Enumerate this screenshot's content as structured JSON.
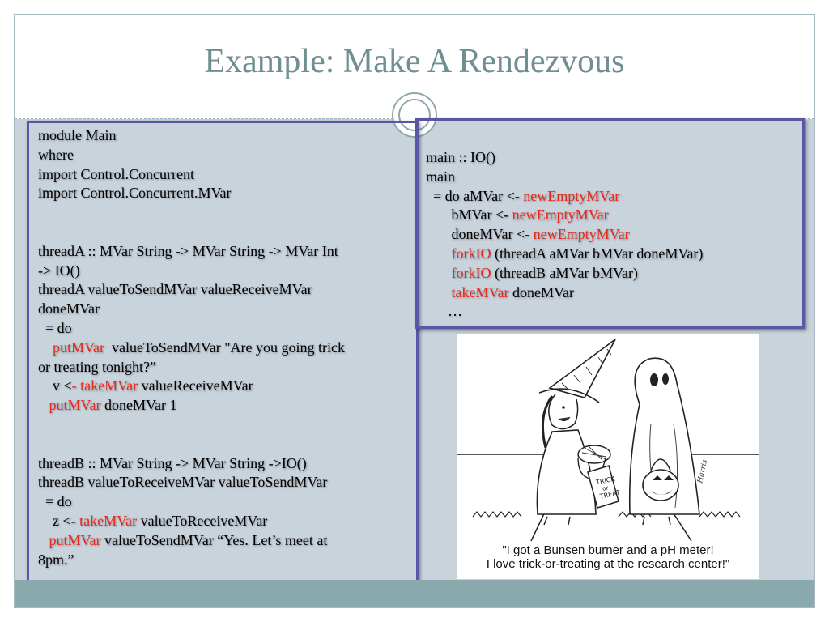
{
  "slide": {
    "title": "Example: Make A Rendezvous"
  },
  "left_code": {
    "l1": "module Main",
    "l2": "where",
    "l3": "import Control.Concurrent",
    "l4": "import Control.Concurrent.MVar",
    "l5": "threadA :: MVar String -> MVar String -> MVar Int",
    "l6": "-> IO()",
    "l7": "threadA valueToSendMVar valueReceiveMVar",
    "l8": "doneMVar",
    "l9": "  = do",
    "l10_pre": "    ",
    "l10_kw": "putMVar",
    "l10_post": "  valueToSendMVar \"Are you going trick",
    "l11": "or treating tonight?”",
    "l12_pre": "    v <",
    "l12_kw": "- takeMVar",
    "l12_post": " valueReceiveMVar",
    "l13_pre": "   ",
    "l13_kw": "putMVar",
    "l13_post": " doneMVar 1",
    "l14": "threadB :: MVar String -> MVar String ->IO()",
    "l15": "threadB valueToReceiveMVar valueToSendMVar",
    "l16": "  = do",
    "l17_pre": "    z <- ",
    "l17_kw": "takeMVar",
    "l17_post": " valueToReceiveMVar",
    "l18_pre": "   ",
    "l18_kw": "putMVar",
    "l18_post": " valueToSendMVar “Yes. Let’s meet at",
    "l19": "8pm.”"
  },
  "right_code": {
    "l1": "main :: IO()",
    "l2": "main",
    "l3_pre": "  = do aMVar <- ",
    "l3_kw": "newEmptyMVar",
    "l4_pre": "       bMVar <- ",
    "l4_kw": "newEmptyMVar",
    "l5_pre": "       doneMVar <- ",
    "l5_kw": "newEmptyMVar",
    "l6_pre": "       ",
    "l6_kw": "forkIO",
    "l6_post": " (threadA aMVar bMVar doneMVar)",
    "l7_pre": "       ",
    "l7_kw": "forkIO",
    "l7_post": " (threadB aMVar bMVar)",
    "l8_pre": "       ",
    "l8_kw": "takeMVar",
    "l8_post": " doneMVar",
    "l9": "      …"
  },
  "cartoon": {
    "bag_text_1": "TRICK",
    "bag_text_2": "or",
    "bag_text_3": "TREAT",
    "signature": "Harris",
    "caption_line1": "\"I got a Bunsen burner and a pH meter!",
    "caption_line2": "I love trick-or-treating at the research center!\""
  },
  "colors": {
    "title": "#6f8f92",
    "keyword": "#e8281b",
    "box_border": "#5b55a5",
    "slide_bg": "#c9d3dc",
    "footer": "#8aa9ac"
  }
}
